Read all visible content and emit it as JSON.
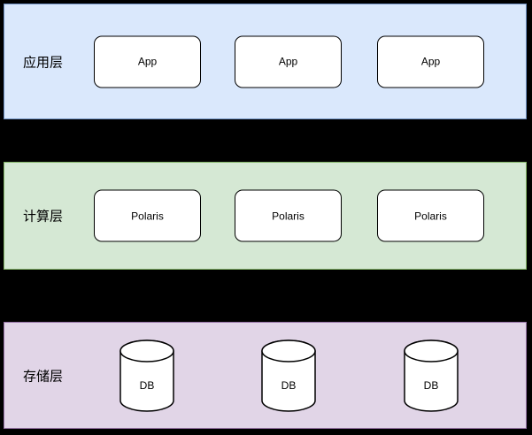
{
  "diagram": {
    "background_color": "#000000",
    "node_fill": "#ffffff",
    "node_border": "#000000",
    "text_color": "#000000",
    "layers": [
      {
        "label": "应用层",
        "fill": "#dae8fc",
        "border": "#6c8ebf",
        "node_shape": "rounded-box",
        "nodes": [
          {
            "label": "App"
          },
          {
            "label": "App"
          },
          {
            "label": "App"
          }
        ]
      },
      {
        "label": "计算层",
        "fill": "#d5e8d4",
        "border": "#82b366",
        "node_shape": "rounded-box",
        "nodes": [
          {
            "label": "Polaris"
          },
          {
            "label": "Polaris"
          },
          {
            "label": "Polaris"
          }
        ]
      },
      {
        "label": "存储层",
        "fill": "#e1d5e7",
        "border": "#9673a6",
        "node_shape": "cylinder",
        "nodes": [
          {
            "label": "DB"
          },
          {
            "label": "DB"
          },
          {
            "label": "DB"
          }
        ]
      }
    ]
  }
}
